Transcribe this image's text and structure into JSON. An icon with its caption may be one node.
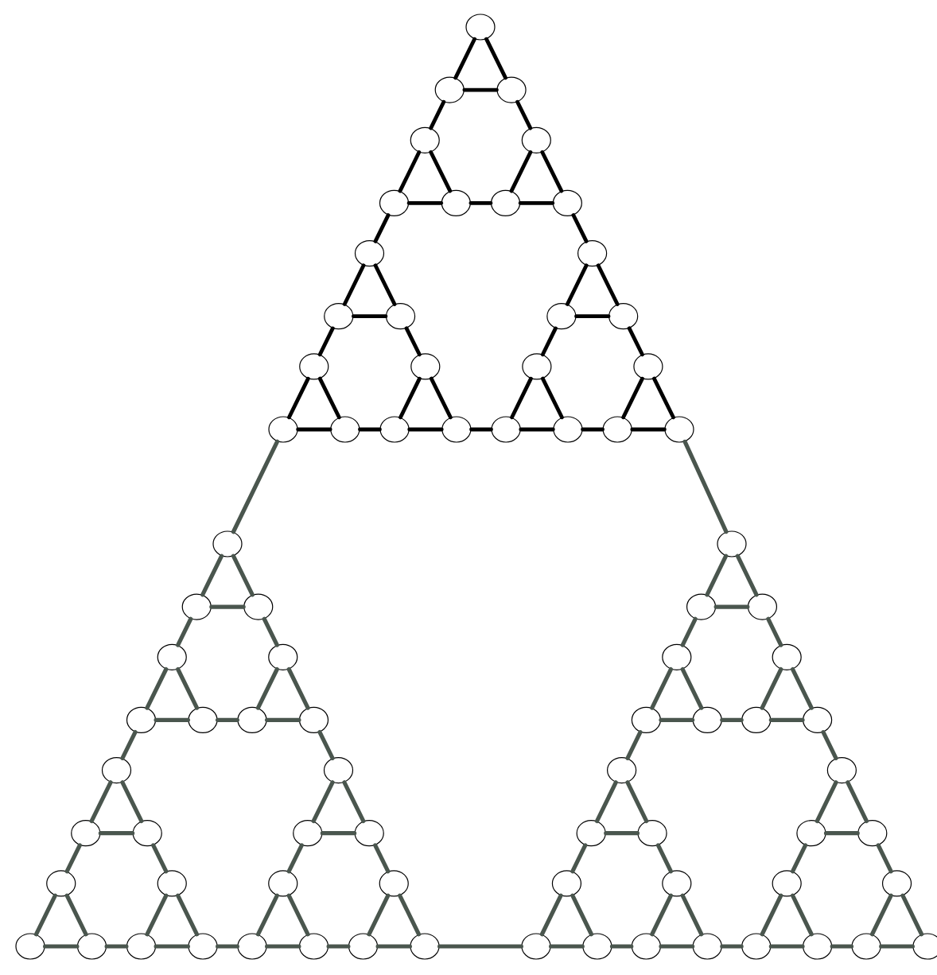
{
  "diagram": {
    "nodes": [
      {
        "text": [],
        "shape": "circle"
      },
      {
        "text": [],
        "shape": "circle"
      },
      {
        "text": [],
        "shape": "circle"
      },
      {
        "text": [],
        "shape": "circle"
      },
      {
        "text": [],
        "shape": "circle"
      },
      {
        "text": [],
        "shape": "circle"
      },
      {
        "text": [],
        "shape": "circle"
      },
      {
        "text": [],
        "shape": "circle"
      },
      {
        "text": [],
        "shape": "circle"
      },
      {
        "text": [],
        "shape": "circle"
      },
      {
        "text": [],
        "shape": "circle"
      },
      {
        "text": [],
        "shape": "circle"
      },
      {
        "text": [],
        "shape": "circle"
      },
      {
        "text": [],
        "shape": "circle"
      },
      {
        "text": [],
        "shape": "circle"
      },
      {
        "text": [],
        "shape": "circle"
      },
      {
        "text": [],
        "shape": "circle"
      },
      {
        "text": [],
        "shape": "circle"
      },
      {
        "text": [],
        "shape": "circle"
      },
      {
        "text": [],
        "shape": "circle"
      },
      {
        "text": [],
        "shape": "circle"
      },
      {
        "text": [],
        "shape": "circle"
      },
      {
        "text": [],
        "shape": "circle"
      },
      {
        "text": [],
        "shape": "circle"
      },
      {
        "text": [],
        "shape": "circle"
      },
      {
        "text": [],
        "shape": "circle"
      },
      {
        "text": [],
        "shape": "circle"
      },
      {
        "text": [],
        "shape": "circle"
      },
      {
        "text": [],
        "shape": "circle"
      },
      {
        "text": [],
        "shape": "circle"
      },
      {
        "text": [],
        "shape": "circle"
      },
      {
        "text": [],
        "shape": "circle"
      },
      {
        "text": [],
        "shape": "circle"
      },
      {
        "text": [],
        "shape": "circle"
      },
      {
        "text": [],
        "shape": "circle"
      },
      {
        "text": [],
        "shape": "circle"
      },
      {
        "text": [],
        "shape": "circle"
      },
      {
        "text": [],
        "shape": "circle"
      },
      {
        "text": [],
        "shape": "circle"
      },
      {
        "text": [],
        "shape": "circle"
      },
      {
        "text": [],
        "shape": "circle"
      },
      {
        "text": [],
        "shape": "circle"
      },
      {
        "text": [],
        "shape": "circle"
      },
      {
        "text": [],
        "shape": "circle"
      },
      {
        "text": [],
        "shape": "circle"
      },
      {
        "text": [],
        "shape": "circle"
      },
      {
        "text": [],
        "shape": "circle"
      },
      {
        "text": [],
        "shape": "circle"
      },
      {
        "text": [],
        "shape": "circle"
      },
      {
        "text": [],
        "shape": "circle"
      },
      {
        "text": [],
        "shape": "circle"
      },
      {
        "text": [],
        "shape": "circle"
      },
      {
        "text": [],
        "shape": "circle"
      },
      {
        "text": [],
        "shape": "circle"
      },
      {
        "text": [],
        "shape": "circle"
      },
      {
        "text": [],
        "shape": "circle"
      },
      {
        "text": [],
        "shape": "circle"
      },
      {
        "text": [],
        "shape": "circle"
      },
      {
        "text": [],
        "shape": "circle"
      },
      {
        "text": [],
        "shape": "circle"
      },
      {
        "text": [],
        "shape": "circle"
      },
      {
        "text": [],
        "shape": "circle"
      },
      {
        "text": [],
        "shape": "circle"
      },
      {
        "text": [],
        "shape": "circle"
      },
      {
        "text": [],
        "shape": "circle"
      },
      {
        "text": [],
        "shape": "circle"
      },
      {
        "text": [],
        "shape": "circle"
      },
      {
        "text": [],
        "shape": "circle"
      },
      {
        "text": [],
        "shape": "circle"
      },
      {
        "text": [],
        "shape": "circle"
      },
      {
        "text": [],
        "shape": "circle"
      },
      {
        "text": [],
        "shape": "circle"
      },
      {
        "text": [],
        "shape": "circle"
      },
      {
        "text": [],
        "shape": "circle"
      },
      {
        "text": [],
        "shape": "circle"
      },
      {
        "text": [],
        "shape": "circle"
      },
      {
        "text": [],
        "shape": "circle"
      },
      {
        "text": [],
        "shape": "circle"
      },
      {
        "text": [],
        "shape": "circle"
      },
      {
        "text": [],
        "shape": "circle"
      },
      {
        "text": [],
        "shape": "circle"
      }
    ],
    "edges": [
      {
        "from": 0,
        "to": 1,
        "arrow": "none",
        "color": "#000000"
      },
      {
        "from": 0,
        "to": 2,
        "arrow": "none",
        "color": "#000000"
      },
      {
        "from": 1,
        "to": 2,
        "arrow": "none",
        "color": "#000000"
      },
      {
        "from": 3,
        "to": 5,
        "arrow": "none",
        "color": "#000000"
      },
      {
        "from": 3,
        "to": 6,
        "arrow": "none",
        "color": "#000000"
      },
      {
        "from": 5,
        "to": 6,
        "arrow": "none",
        "color": "#000000"
      },
      {
        "from": 4,
        "to": 7,
        "arrow": "none",
        "color": "#000000"
      },
      {
        "from": 4,
        "to": 8,
        "arrow": "none",
        "color": "#000000"
      },
      {
        "from": 7,
        "to": 8,
        "arrow": "none",
        "color": "#000000"
      },
      {
        "from": 1,
        "to": 3,
        "arrow": "none",
        "color": "#000000"
      },
      {
        "from": 2,
        "to": 4,
        "arrow": "none",
        "color": "#000000"
      },
      {
        "from": 6,
        "to": 7,
        "arrow": "none",
        "color": "#000000"
      },
      {
        "from": 9,
        "to": 11,
        "arrow": "none",
        "color": "#000000"
      },
      {
        "from": 9,
        "to": 12,
        "arrow": "none",
        "color": "#000000"
      },
      {
        "from": 11,
        "to": 12,
        "arrow": "none",
        "color": "#000000"
      },
      {
        "from": 15,
        "to": 19,
        "arrow": "none",
        "color": "#000000"
      },
      {
        "from": 15,
        "to": 20,
        "arrow": "none",
        "color": "#000000"
      },
      {
        "from": 19,
        "to": 20,
        "arrow": "none",
        "color": "#000000"
      },
      {
        "from": 16,
        "to": 21,
        "arrow": "none",
        "color": "#000000"
      },
      {
        "from": 16,
        "to": 22,
        "arrow": "none",
        "color": "#000000"
      },
      {
        "from": 21,
        "to": 22,
        "arrow": "none",
        "color": "#000000"
      },
      {
        "from": 11,
        "to": 15,
        "arrow": "none",
        "color": "#000000"
      },
      {
        "from": 12,
        "to": 16,
        "arrow": "none",
        "color": "#000000"
      },
      {
        "from": 20,
        "to": 21,
        "arrow": "none",
        "color": "#000000"
      },
      {
        "from": 10,
        "to": 13,
        "arrow": "none",
        "color": "#000000"
      },
      {
        "from": 10,
        "to": 14,
        "arrow": "none",
        "color": "#000000"
      },
      {
        "from": 13,
        "to": 14,
        "arrow": "none",
        "color": "#000000"
      },
      {
        "from": 17,
        "to": 23,
        "arrow": "none",
        "color": "#000000"
      },
      {
        "from": 17,
        "to": 24,
        "arrow": "none",
        "color": "#000000"
      },
      {
        "from": 23,
        "to": 24,
        "arrow": "none",
        "color": "#000000"
      },
      {
        "from": 18,
        "to": 25,
        "arrow": "none",
        "color": "#000000"
      },
      {
        "from": 18,
        "to": 26,
        "arrow": "none",
        "color": "#000000"
      },
      {
        "from": 25,
        "to": 26,
        "arrow": "none",
        "color": "#000000"
      },
      {
        "from": 13,
        "to": 17,
        "arrow": "none",
        "color": "#000000"
      },
      {
        "from": 14,
        "to": 18,
        "arrow": "none",
        "color": "#000000"
      },
      {
        "from": 24,
        "to": 25,
        "arrow": "none",
        "color": "#000000"
      },
      {
        "from": 5,
        "to": 9,
        "arrow": "none",
        "color": "#000000"
      },
      {
        "from": 8,
        "to": 10,
        "arrow": "none",
        "color": "#000000"
      },
      {
        "from": 22,
        "to": 23,
        "arrow": "none",
        "color": "#000000"
      },
      {
        "from": 27,
        "to": 29,
        "arrow": "none"
      },
      {
        "from": 27,
        "to": 30,
        "arrow": "none"
      },
      {
        "from": 29,
        "to": 30,
        "arrow": "none"
      },
      {
        "from": 33,
        "to": 37,
        "arrow": "none"
      },
      {
        "from": 33,
        "to": 38,
        "arrow": "none"
      },
      {
        "from": 37,
        "to": 38,
        "arrow": "none"
      },
      {
        "from": 34,
        "to": 39,
        "arrow": "none"
      },
      {
        "from": 34,
        "to": 40,
        "arrow": "none"
      },
      {
        "from": 39,
        "to": 40,
        "arrow": "none"
      },
      {
        "from": 29,
        "to": 33,
        "arrow": "none"
      },
      {
        "from": 30,
        "to": 34,
        "arrow": "none"
      },
      {
        "from": 38,
        "to": 39,
        "arrow": "none"
      },
      {
        "from": 45,
        "to": 49,
        "arrow": "none"
      },
      {
        "from": 45,
        "to": 50,
        "arrow": "none"
      },
      {
        "from": 49,
        "to": 50,
        "arrow": "none"
      },
      {
        "from": 57,
        "to": 65,
        "arrow": "none"
      },
      {
        "from": 57,
        "to": 66,
        "arrow": "none"
      },
      {
        "from": 65,
        "to": 66,
        "arrow": "none"
      },
      {
        "from": 58,
        "to": 67,
        "arrow": "none"
      },
      {
        "from": 58,
        "to": 68,
        "arrow": "none"
      },
      {
        "from": 67,
        "to": 68,
        "arrow": "none"
      },
      {
        "from": 49,
        "to": 57,
        "arrow": "none"
      },
      {
        "from": 50,
        "to": 58,
        "arrow": "none"
      },
      {
        "from": 66,
        "to": 67,
        "arrow": "none"
      },
      {
        "from": 46,
        "to": 51,
        "arrow": "none"
      },
      {
        "from": 46,
        "to": 52,
        "arrow": "none"
      },
      {
        "from": 51,
        "to": 52,
        "arrow": "none"
      },
      {
        "from": 59,
        "to": 69,
        "arrow": "none"
      },
      {
        "from": 59,
        "to": 70,
        "arrow": "none"
      },
      {
        "from": 69,
        "to": 70,
        "arrow": "none"
      },
      {
        "from": 60,
        "to": 71,
        "arrow": "none"
      },
      {
        "from": 60,
        "to": 72,
        "arrow": "none"
      },
      {
        "from": 71,
        "to": 72,
        "arrow": "none"
      },
      {
        "from": 51,
        "to": 59,
        "arrow": "none"
      },
      {
        "from": 52,
        "to": 60,
        "arrow": "none"
      },
      {
        "from": 70,
        "to": 71,
        "arrow": "none"
      },
      {
        "from": 37,
        "to": 45,
        "arrow": "none"
      },
      {
        "from": 40,
        "to": 46,
        "arrow": "none"
      },
      {
        "from": 68,
        "to": 69,
        "arrow": "none"
      },
      {
        "from": 28,
        "to": 31,
        "arrow": "none"
      },
      {
        "from": 28,
        "to": 32,
        "arrow": "none"
      },
      {
        "from": 31,
        "to": 32,
        "arrow": "none"
      },
      {
        "from": 35,
        "to": 41,
        "arrow": "none"
      },
      {
        "from": 35,
        "to": 42,
        "arrow": "none"
      },
      {
        "from": 41,
        "to": 42,
        "arrow": "none"
      },
      {
        "from": 36,
        "to": 43,
        "arrow": "none"
      },
      {
        "from": 36,
        "to": 44,
        "arrow": "none"
      },
      {
        "from": 43,
        "to": 44,
        "arrow": "none"
      },
      {
        "from": 31,
        "to": 35,
        "arrow": "none"
      },
      {
        "from": 32,
        "to": 36,
        "arrow": "none"
      },
      {
        "from": 42,
        "to": 43,
        "arrow": "none"
      },
      {
        "from": 47,
        "to": 53,
        "arrow": "none"
      },
      {
        "from": 47,
        "to": 54,
        "arrow": "none"
      },
      {
        "from": 53,
        "to": 54,
        "arrow": "none"
      },
      {
        "from": 61,
        "to": 73,
        "arrow": "none"
      },
      {
        "from": 61,
        "to": 74,
        "arrow": "none"
      },
      {
        "from": 73,
        "to": 74,
        "arrow": "none"
      },
      {
        "from": 62,
        "to": 75,
        "arrow": "none"
      },
      {
        "from": 62,
        "to": 76,
        "arrow": "none"
      },
      {
        "from": 75,
        "to": 76,
        "arrow": "none"
      },
      {
        "from": 53,
        "to": 61,
        "arrow": "none"
      },
      {
        "from": 54,
        "to": 62,
        "arrow": "none"
      },
      {
        "from": 74,
        "to": 75,
        "arrow": "none"
      },
      {
        "from": 48,
        "to": 55,
        "arrow": "none"
      },
      {
        "from": 48,
        "to": 56,
        "arrow": "none"
      },
      {
        "from": 55,
        "to": 56,
        "arrow": "none"
      },
      {
        "from": 63,
        "to": 77,
        "arrow": "none"
      },
      {
        "from": 63,
        "to": 78,
        "arrow": "none"
      },
      {
        "from": 77,
        "to": 78,
        "arrow": "none"
      },
      {
        "from": 64,
        "to": 79,
        "arrow": "none"
      },
      {
        "from": 64,
        "to": 80,
        "arrow": "none"
      },
      {
        "from": 79,
        "to": 80,
        "arrow": "none"
      },
      {
        "from": 55,
        "to": 63,
        "arrow": "none"
      },
      {
        "from": 56,
        "to": 64,
        "arrow": "none"
      },
      {
        "from": 78,
        "to": 79,
        "arrow": "none"
      },
      {
        "from": 41,
        "to": 47,
        "arrow": "none"
      },
      {
        "from": 44,
        "to": 48,
        "arrow": "none"
      },
      {
        "from": 76,
        "to": 77,
        "arrow": "none"
      },
      {
        "from": 19,
        "to": 27,
        "arrow": "none"
      },
      {
        "from": 26,
        "to": 28,
        "arrow": "none"
      },
      {
        "from": 72,
        "to": 73,
        "arrow": "none"
      }
    ]
  }
}
